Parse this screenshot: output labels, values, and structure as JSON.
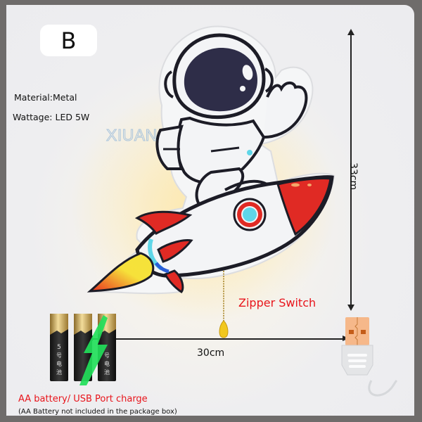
{
  "variant_badge": {
    "label": "B"
  },
  "specs": [
    {
      "label": "Material:Metal"
    },
    {
      "label": "Wattage: LED 5W"
    }
  ],
  "watermark": "XIUAN",
  "dimensions": {
    "height": "33cm",
    "width": "30cm"
  },
  "callouts": {
    "switch": "Zipper Switch",
    "power": "AA battery/ USB Port charge",
    "note": "(AA Battery not included in the package box)"
  },
  "illustration": {
    "subject": "astronaut riding rocket wall lamp",
    "battery_count": 3,
    "battery_text": [
      "5",
      "号",
      "电",
      "池"
    ]
  },
  "colors": {
    "frame": "#6f6c6b",
    "panel": "#ececef",
    "accent_red": "#e8141b",
    "rocket_red": "#e02a24",
    "window_cyan": "#5fd6e8",
    "helmet_navy": "#2e2d48",
    "flame_yellow": "#f4e33a",
    "bolt_green": "#22e05a",
    "usb_orange": "#f6b88a"
  }
}
